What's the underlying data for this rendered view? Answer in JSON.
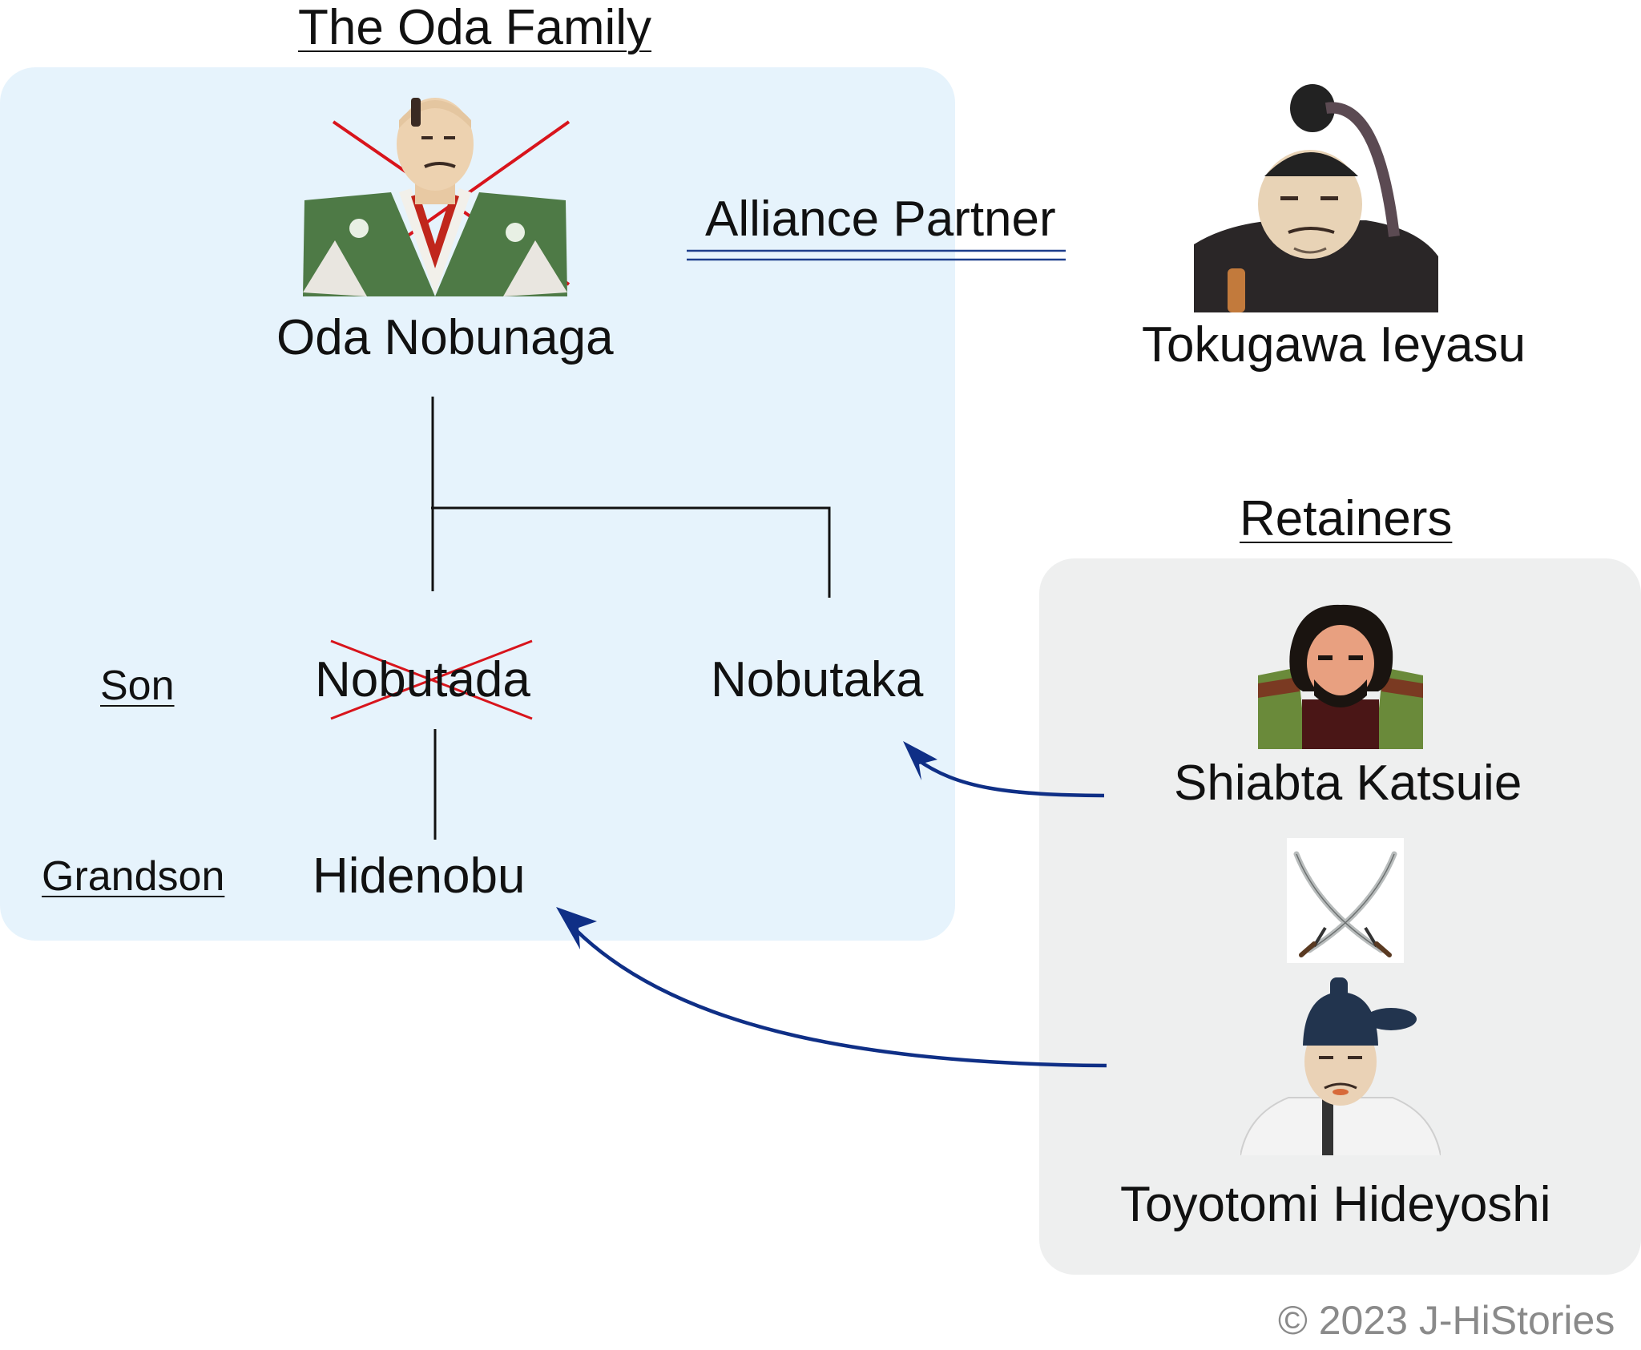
{
  "oda_family": {
    "heading": "The Oda Family",
    "generations": {
      "son": "Son",
      "grandson": "Grandson"
    },
    "people": {
      "nobunaga": {
        "name": "Oda Nobunaga",
        "deceased": true
      },
      "nobutada": {
        "name": "Nobutada",
        "deceased": true
      },
      "nobutaka": {
        "name": "Nobutaka"
      },
      "hidenobu": {
        "name": "Hidenobu"
      }
    }
  },
  "alliance": {
    "label": "Alliance Partner",
    "person": "Tokugawa Ieyasu"
  },
  "retainers": {
    "heading": "Retainers",
    "people": {
      "katsuie": {
        "name": "Shiabta Katsuie"
      },
      "hideyoshi": {
        "name": "Toyotomi Hideyoshi"
      }
    }
  },
  "copyright": "© 2023 J-HiStories",
  "colors": {
    "family_panel": "#e6f3fc",
    "retainers_panel": "#eeefef",
    "arrow": "#0f2f86",
    "alliance_line": "#1e3e8c",
    "cross": "#d8141c"
  }
}
